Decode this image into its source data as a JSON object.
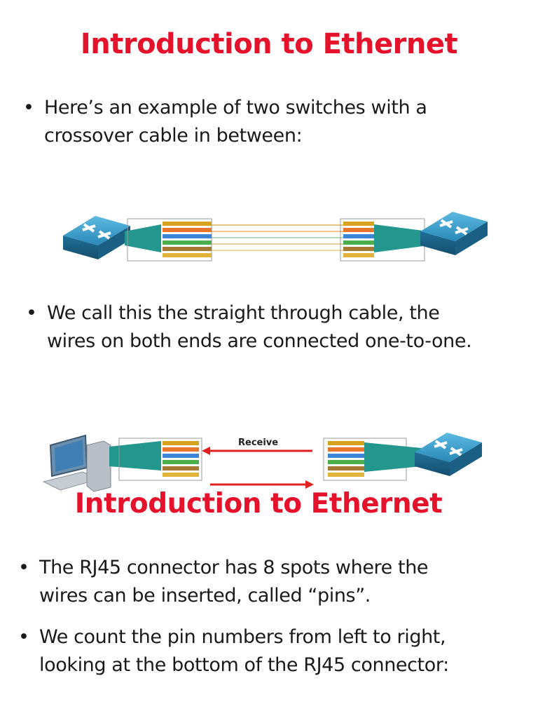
{
  "slide1": {
    "title": "Introduction to Ethernet",
    "bullets": [
      [
        "Here’s an example of two switches with a",
        "crossover cable in between:"
      ],
      [
        "We call this the straight through cable, the",
        "wires on both ends are connected one-to-one."
      ]
    ],
    "diagram2": {
      "receive_label": "Receive"
    }
  },
  "slide2": {
    "title": "Introduction to Ethernet",
    "bullets": [
      [
        "The RJ45 connector has 8 spots where the",
        "wires can be inserted, called “pins”."
      ],
      [
        "We count the pin numbers from left to right,",
        "looking at the bottom of the RJ45 connector:"
      ]
    ]
  },
  "colors": {
    "title": "#e4122b",
    "switch": "#2a89b8",
    "cable": "#23978e",
    "arrow": "#e02020"
  },
  "icons": [
    "switch-icon",
    "pc-icon",
    "rj45-connector-icon",
    "arrow-left-icon",
    "arrow-right-icon"
  ]
}
